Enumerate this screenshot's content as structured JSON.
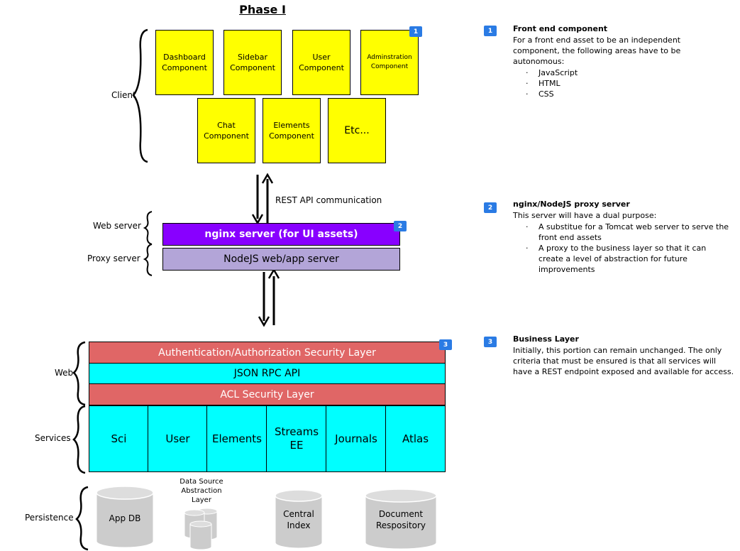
{
  "title": "Phase I",
  "tiers": {
    "client": "Client",
    "web_server": "Web server",
    "proxy_server": "Proxy server",
    "web": "Web",
    "services": "Services",
    "persistence": "Persistence"
  },
  "client_components": {
    "dashboard": "Dashboard\nComponent",
    "sidebar": "Sidebar\nComponent",
    "user": "User\nComponent",
    "admin": "Adminstration\nComponent",
    "chat": "Chat\nComponent",
    "elements": "Elements\nComponent",
    "etc": "Etc..."
  },
  "rest_label": "REST API communication",
  "nginx_label": "nginx server (for UI assets)",
  "nodejs_label": "NodeJS web/app server",
  "auth_layer": "Authentication/Authorization Security Layer",
  "json_rpc": "JSON RPC API",
  "acl_layer": "ACL Security Layer",
  "services": [
    "Sci",
    "User",
    "Elements",
    "Streams\nEE",
    "Journals",
    "Atlas"
  ],
  "persistence": {
    "app_db": "App DB",
    "dsal": "Data Source\nAbstraction\nLayer",
    "central_index": "Central\nIndex",
    "doc_repo": "Document\nRespository"
  },
  "badges": [
    "1",
    "2",
    "3"
  ],
  "notes": [
    {
      "number": "1",
      "title": "Front end component",
      "text": "For a front end asset to be an independent component, the following areas have to be autonomous:",
      "items": [
        "JavaScript",
        "HTML",
        "CSS"
      ]
    },
    {
      "number": "2",
      "title": "nginx/NodeJS proxy server",
      "text": "This server will have a dual purpose:",
      "items": [
        "A substitue for a Tomcat web server to serve the front end assets",
        "A proxy to the business layer so that it can create a level of abstraction for future improvements"
      ]
    },
    {
      "number": "3",
      "title": "Business Layer",
      "text": "Initially, this portion can remain unchanged. The only criteria that must be ensured is that all services will have a REST endpoint exposed and available for access.",
      "items": []
    }
  ],
  "colors": {
    "sticky": "#ffff00",
    "nginx": "#8800ff",
    "nodejs": "#b3a5d8",
    "security": "#e06666",
    "api": "#00ffff",
    "badge": "#2a7be4",
    "cylinder": "#cccccc"
  }
}
